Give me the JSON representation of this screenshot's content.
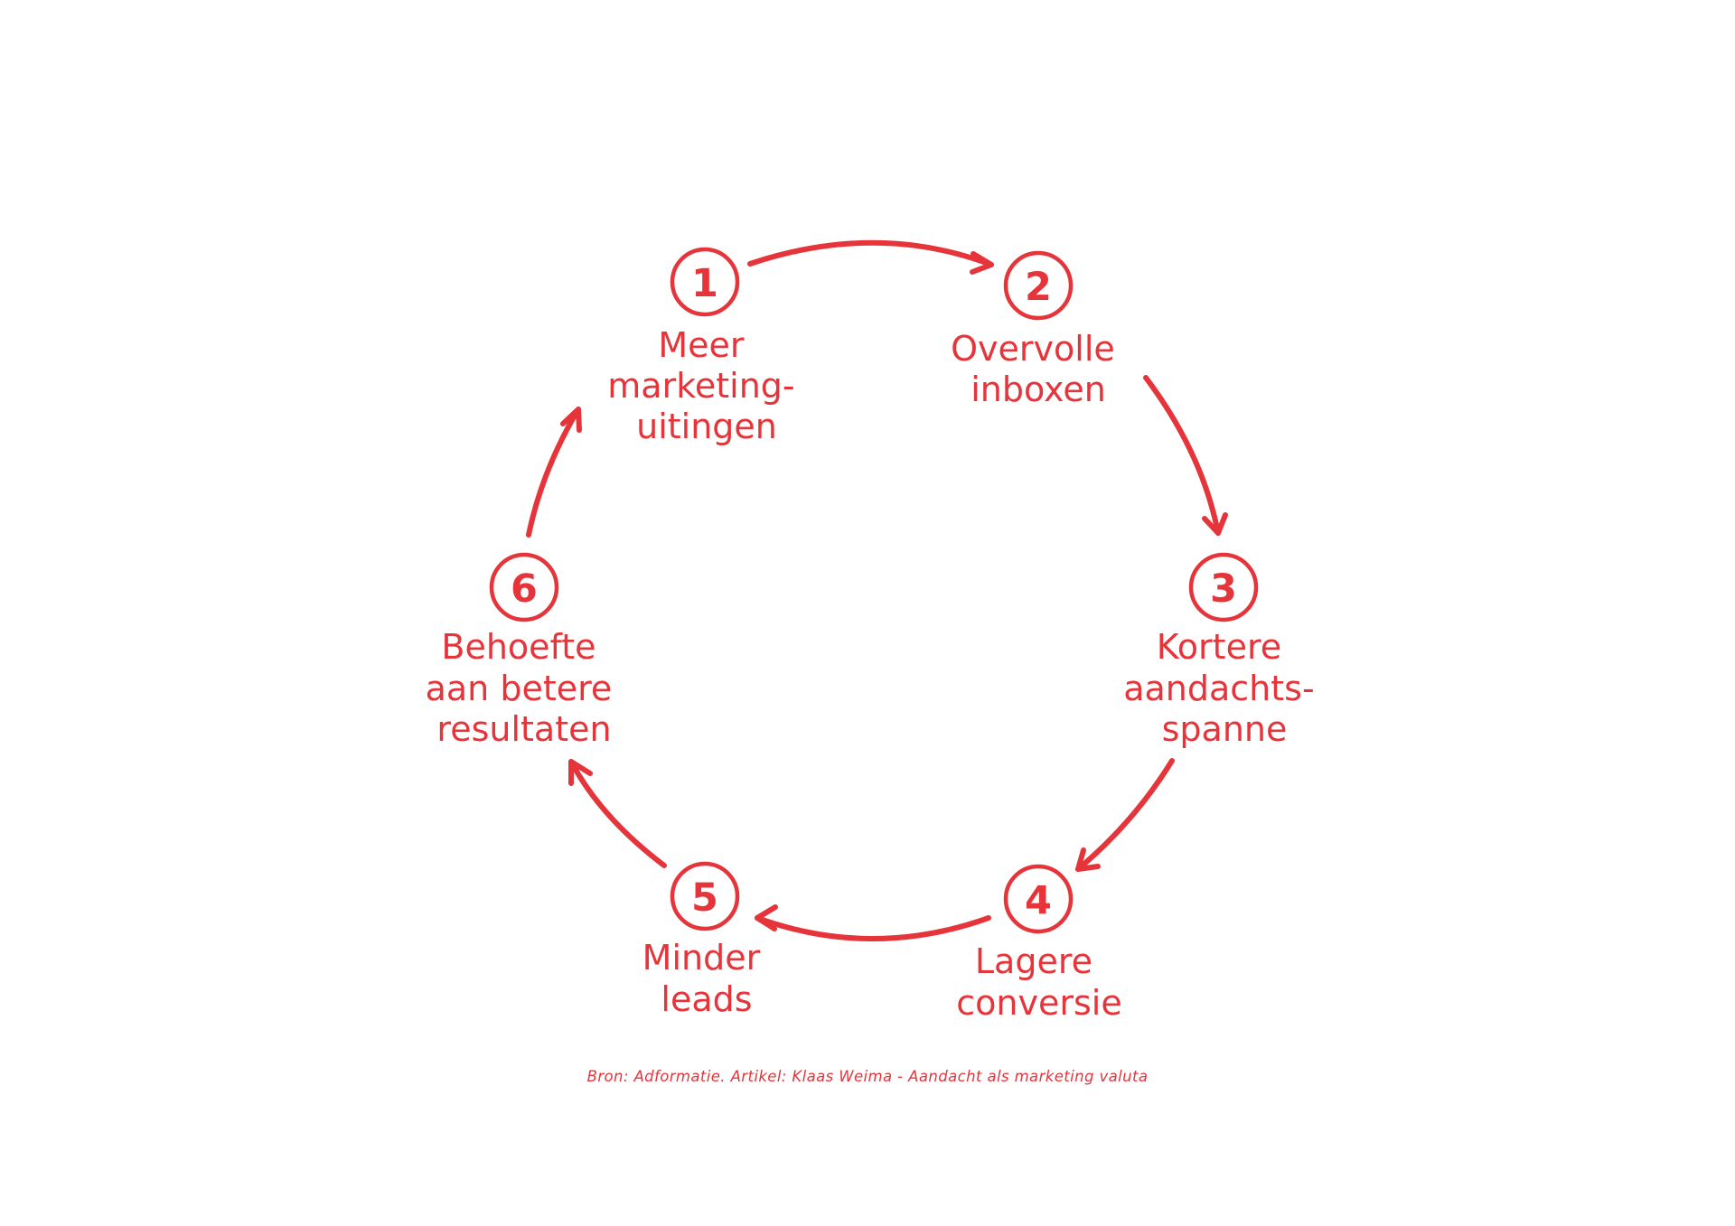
{
  "steps": [
    {
      "number": "1",
      "label_lines": [
        "Meer",
        "marketing-",
        "uitingen"
      ]
    },
    {
      "number": "2",
      "label_lines": [
        "Overvolle",
        "inboxen"
      ]
    },
    {
      "number": "3",
      "label_lines": [
        "Kortere",
        "aandachts-",
        "spanne"
      ]
    },
    {
      "number": "4",
      "label_lines": [
        "Lagere",
        "conversie"
      ]
    },
    {
      "number": "5",
      "label_lines": [
        "Minder",
        "leads"
      ]
    },
    {
      "number": "6",
      "label_lines": [
        "Behoefte",
        "aan betere",
        "resultaten"
      ]
    }
  ],
  "source": "Bron: Adformatie. Artikel: Klaas Weima - Aandacht als marketing valuta",
  "colors": {
    "accent": "#e5353b",
    "background": "#ffffff"
  }
}
